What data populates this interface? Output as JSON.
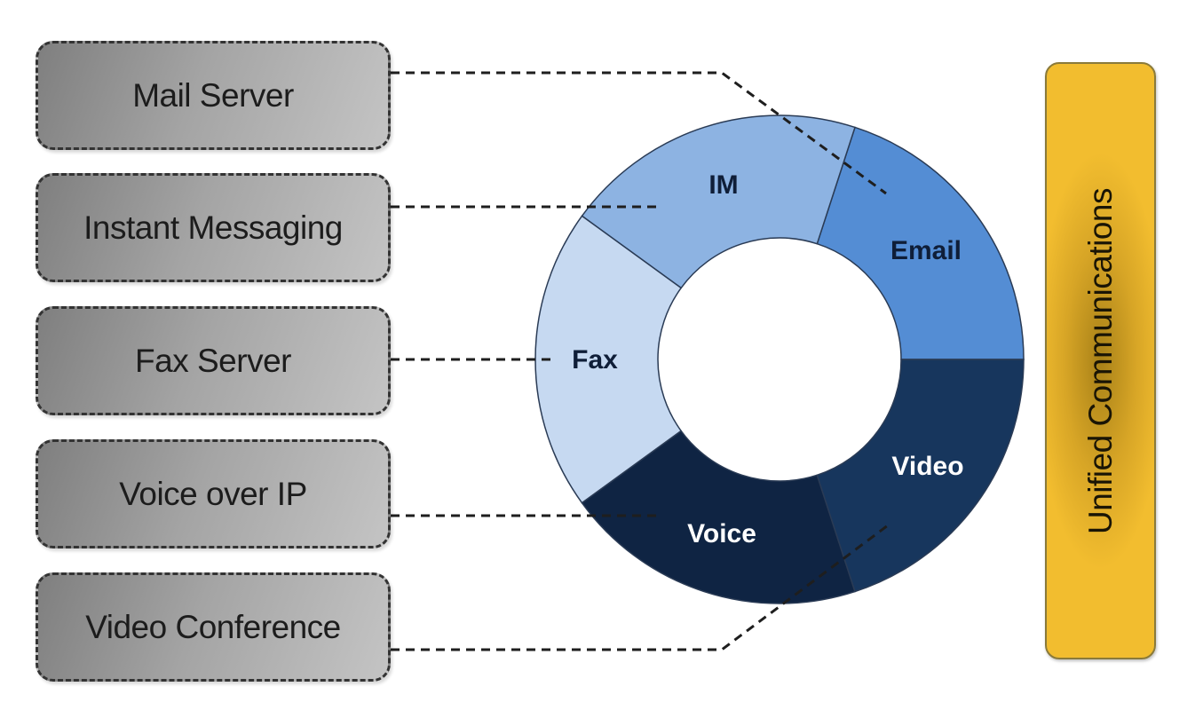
{
  "sources": [
    {
      "label": "Mail Server"
    },
    {
      "label": "Instant Messaging"
    },
    {
      "label": "Fax Server"
    },
    {
      "label": "Voice over IP"
    },
    {
      "label": "Video Conference"
    }
  ],
  "ring": {
    "segments": [
      {
        "label": "Email",
        "color": "#548dd4",
        "text_color": "#0f1e38"
      },
      {
        "label": "IM",
        "color": "#8db3e2",
        "text_color": "#0f1e38"
      },
      {
        "label": "Fax",
        "color": "#c6d9f1",
        "text_color": "#0f1e38"
      },
      {
        "label": "Voice",
        "color": "#0f2443",
        "text_color": "#ffffff"
      },
      {
        "label": "Video",
        "color": "#17365d",
        "text_color": "#ffffff"
      }
    ],
    "connections": [
      {
        "from": "Mail Server",
        "to": "Email"
      },
      {
        "from": "Instant Messaging",
        "to": "IM"
      },
      {
        "from": "Fax Server",
        "to": "Fax"
      },
      {
        "from": "Voice over IP",
        "to": "Voice"
      },
      {
        "from": "Video Conference",
        "to": "Video"
      }
    ]
  },
  "unified": {
    "label": "Unified Communications",
    "color": "#f2bd2f"
  }
}
